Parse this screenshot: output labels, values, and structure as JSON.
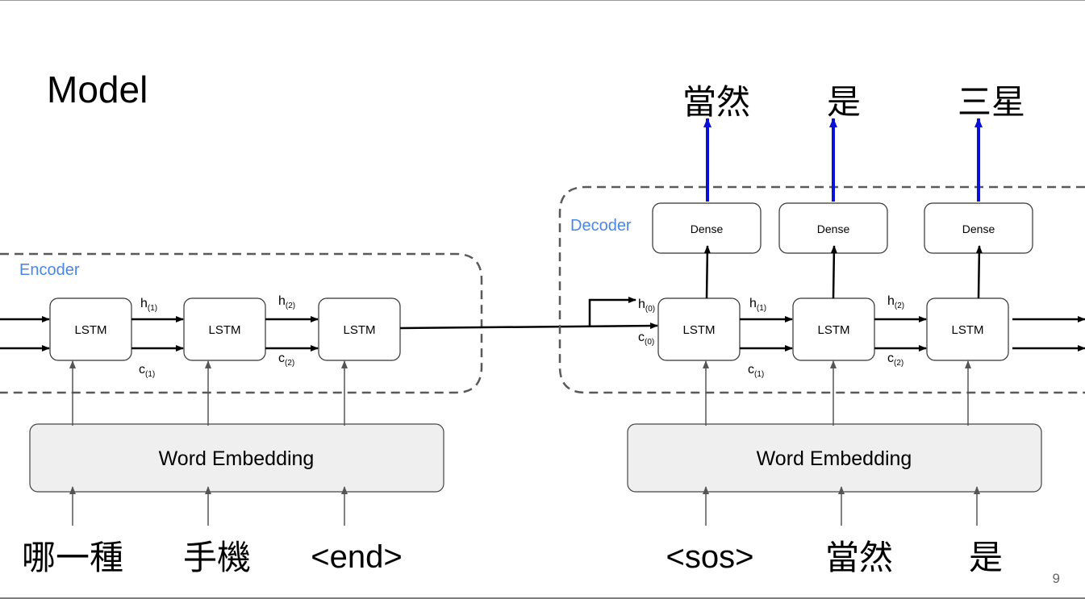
{
  "slide": {
    "title": "Model",
    "page_number": "9"
  },
  "encoder": {
    "label": "Encoder",
    "lstm_label": "LSTM",
    "hidden_labels": [
      "h",
      "h"
    ],
    "hidden_subs": [
      "(1)",
      "(2)"
    ],
    "cell_labels": [
      "c",
      "c"
    ],
    "cell_subs": [
      "(1)",
      "(2)"
    ],
    "embedding_label": "Word Embedding",
    "inputs": [
      "哪一種",
      "手機",
      "<end>"
    ]
  },
  "decoder": {
    "label": "Decoder",
    "lstm_label": "LSTM",
    "dense_label": "Dense",
    "init_hidden": "h",
    "init_hidden_sub": "(0)",
    "init_cell": "c",
    "init_cell_sub": "(0)",
    "hidden_labels": [
      "h",
      "h"
    ],
    "hidden_subs": [
      "(1)",
      "(2)"
    ],
    "cell_labels": [
      "c",
      "c"
    ],
    "cell_subs": [
      "(1)",
      "(2)"
    ],
    "embedding_label": "Word Embedding",
    "inputs": [
      "<sos>",
      "當然",
      "是"
    ],
    "outputs": [
      "當然",
      "是",
      "三星"
    ]
  },
  "colors": {
    "output_arrow": "#0b10d8",
    "container_label": "#4a86e8",
    "embedding_fill": "#efefef",
    "dashed_border": "#595959"
  }
}
